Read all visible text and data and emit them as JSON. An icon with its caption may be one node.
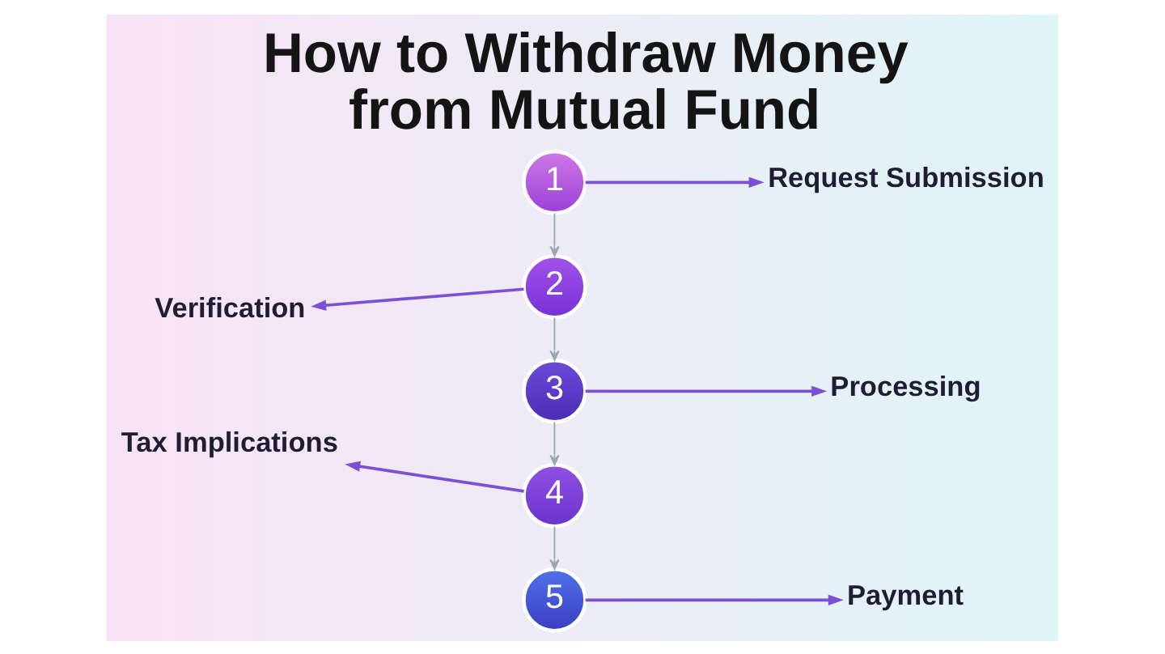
{
  "diagram": {
    "title": "How to Withdraw Money from Mutual Fund",
    "nodes": [
      {
        "text": [
          "1"
        ]
      },
      {
        "text": [
          "Request Submission"
        ]
      },
      {
        "text": [
          "Verification"
        ]
      },
      {
        "text": [
          "2"
        ]
      },
      {
        "text": [
          "3"
        ]
      },
      {
        "text": [
          "Processing"
        ]
      },
      {
        "text": [
          "Tax Implications"
        ]
      },
      {
        "text": [
          "4"
        ]
      },
      {
        "text": [
          "5"
        ]
      },
      {
        "text": [
          "Payment"
        ]
      }
    ],
    "edges": [
      {
        "from": 0,
        "to": 1,
        "arrow": "to"
      },
      {
        "from": 0,
        "to": 3,
        "arrow": "to",
        "color": "#9aa7aa"
      },
      {
        "from": 3,
        "to": 2,
        "arrow": "to"
      },
      {
        "from": 3,
        "to": 4,
        "arrow": "to",
        "color": "#9aa7aa"
      },
      {
        "from": 4,
        "to": 5,
        "arrow": "to"
      },
      {
        "from": 4,
        "to": 7,
        "arrow": "to",
        "color": "#9aa7aa"
      },
      {
        "from": 7,
        "to": 6,
        "arrow": "to"
      },
      {
        "from": 7,
        "to": 8,
        "arrow": "to",
        "color": "#9aa7aa"
      },
      {
        "from": 8,
        "to": 9,
        "arrow": "to"
      }
    ]
  }
}
